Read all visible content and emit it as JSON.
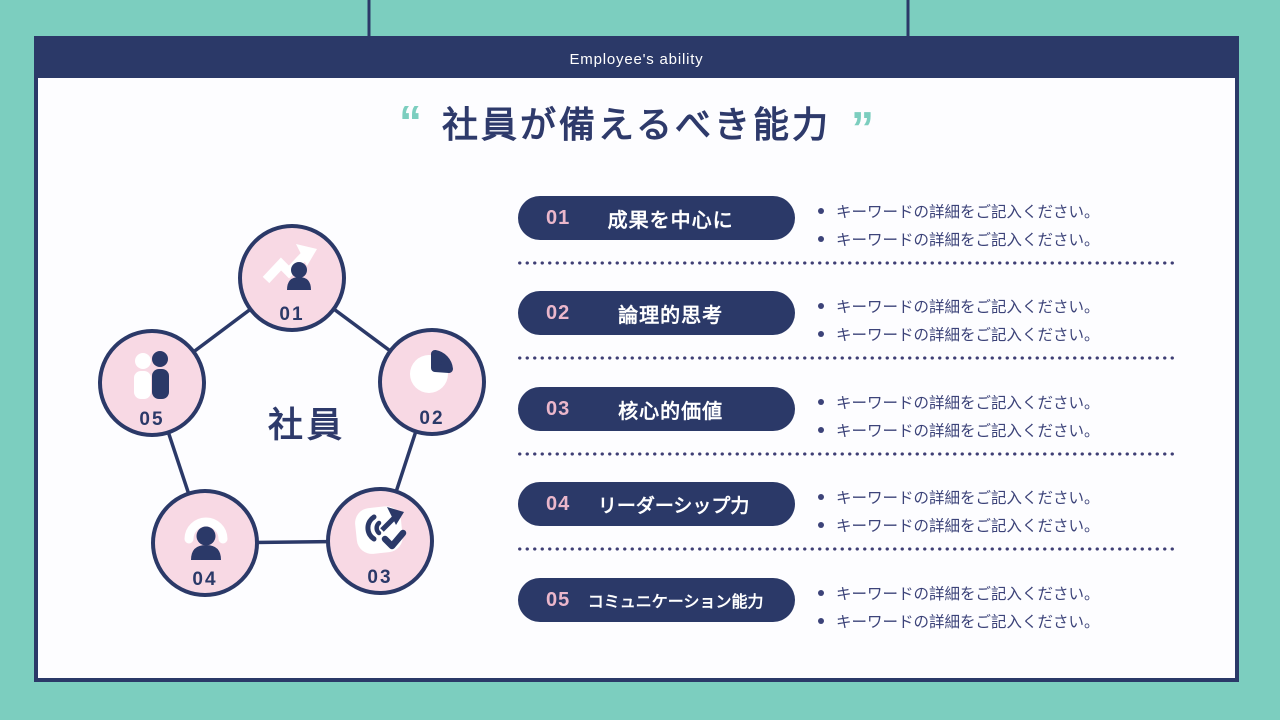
{
  "colors": {
    "background_teal": "#7CCEBF",
    "navy": "#2B3968",
    "circle_pink": "#F8D9E4",
    "pill_number_pink": "#EBB7CB",
    "bullet_text_navy": "#3C4379",
    "white": "#FFFFFF"
  },
  "header": {
    "title": "Employee's ability"
  },
  "title": {
    "open_quote": "“",
    "text": "社員が備えるべき能力",
    "close_quote": "”"
  },
  "diagram": {
    "center_label": "社員",
    "nodes": [
      {
        "num": "01",
        "icon": "growth-arrow-person-icon"
      },
      {
        "num": "02",
        "icon": "pie-chart-icon"
      },
      {
        "num": "03",
        "icon": "target-dart-check-icon"
      },
      {
        "num": "04",
        "icon": "leader-halo-person-icon"
      },
      {
        "num": "05",
        "icon": "two-people-icon"
      }
    ]
  },
  "list": {
    "items": [
      {
        "num": "01",
        "label": "成果を中心に",
        "bullets": [
          "キーワードの詳細をご記入ください。",
          "キーワードの詳細をご記入ください。"
        ]
      },
      {
        "num": "02",
        "label": "論理的思考",
        "bullets": [
          "キーワードの詳細をご記入ください。",
          "キーワードの詳細をご記入ください。"
        ]
      },
      {
        "num": "03",
        "label": "核心的価値",
        "bullets": [
          "キーワードの詳細をご記入ください。",
          "キーワードの詳細をご記入ください。"
        ]
      },
      {
        "num": "04",
        "label": "リーダーシップ力",
        "bullets": [
          "キーワードの詳細をご記入ください。",
          "キーワードの詳細をご記入ください。"
        ]
      },
      {
        "num": "05",
        "label": "コミュニケーション能力",
        "bullets": [
          "キーワードの詳細をご記入ください。",
          "キーワードの詳細をご記入ください。"
        ]
      }
    ]
  }
}
